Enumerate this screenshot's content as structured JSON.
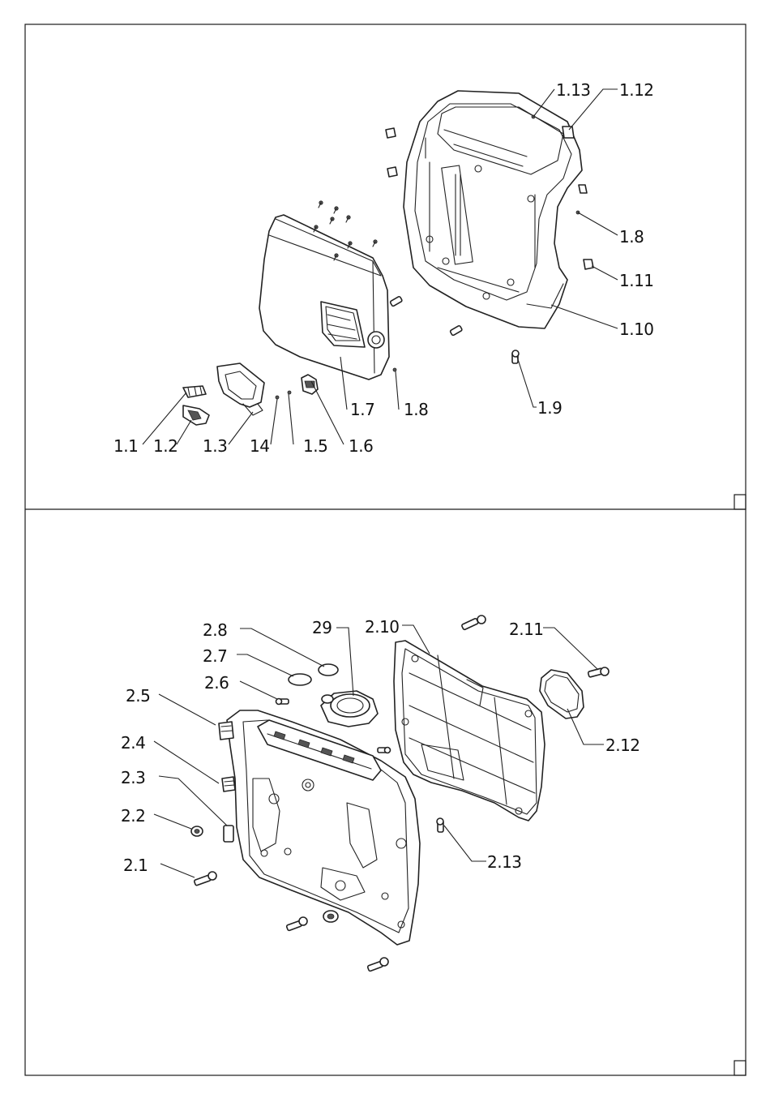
{
  "diagram": {
    "panel_top": {
      "labels": {
        "p1_1": "1.1",
        "p1_2": "1.2",
        "p1_3": "1.3",
        "p14": "14",
        "p1_5": "1.5",
        "p1_6": "1.6",
        "p1_7": "1.7",
        "p1_8a": "1.8",
        "p1_8b": "1.8",
        "p1_9": "1.9",
        "p1_10": "1.10",
        "p1_11": "1.11",
        "p1_12": "1.12",
        "p1_13": "1.13"
      }
    },
    "panel_bottom": {
      "labels": {
        "p2_1": "2.1",
        "p2_2": "2.2",
        "p2_3": "2.3",
        "p2_4": "2.4",
        "p2_5": "2.5",
        "p2_6": "2.6",
        "p2_7": "2.7",
        "p2_8": "2.8",
        "p29": "29",
        "p2_10": "2.10",
        "p2_11": "2.11",
        "p2_12": "2.12",
        "p2_13": "2.13"
      }
    }
  }
}
